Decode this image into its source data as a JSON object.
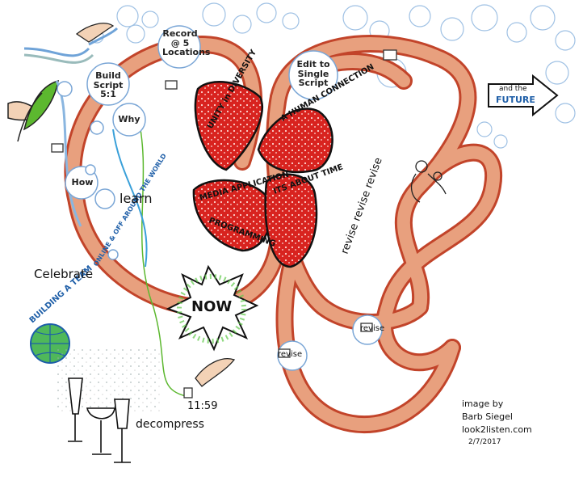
{
  "labels": {
    "record": "Record\n@ 5\nLocations",
    "build_script": "Build\nScript\n5:1",
    "why": "Why",
    "how": "How",
    "learn": "learn",
    "edit_script": "Edit to\nSingle\nScript",
    "future_pre": "and the",
    "future": "FUTURE",
    "celebrate": "Celebrate",
    "team": "BUILDING A TEAM",
    "online": "ONLINE & OFF AROUND THE WORLD",
    "now": "NOW",
    "time": "11:59",
    "decompress": "decompress",
    "revise_1": "revise",
    "revise_2": "revise",
    "revise_curve": "revise revise revise",
    "petal_1": "UNITY in DIVERSITY",
    "petal_2": "A HUMAN CONNECTION",
    "petal_3": "MEDIA APPLICATION",
    "petal_4": "ITS ABOUT TIME",
    "petal_5": "PROGRAMMING",
    "credit_1": "image by",
    "credit_2": "Barb Siegel",
    "credit_3": "look2listen.com",
    "credit_4": "2/7/2017"
  },
  "colors": {
    "tube_fill": "#e8a07e",
    "tube_edge": "#c2442a",
    "petal_red": "#d8231f",
    "now_green": "#5fc94a",
    "bubble_blue": "#b8d4ee",
    "leaf_green": "#5cb82f",
    "globe_green": "#4fb85a"
  }
}
